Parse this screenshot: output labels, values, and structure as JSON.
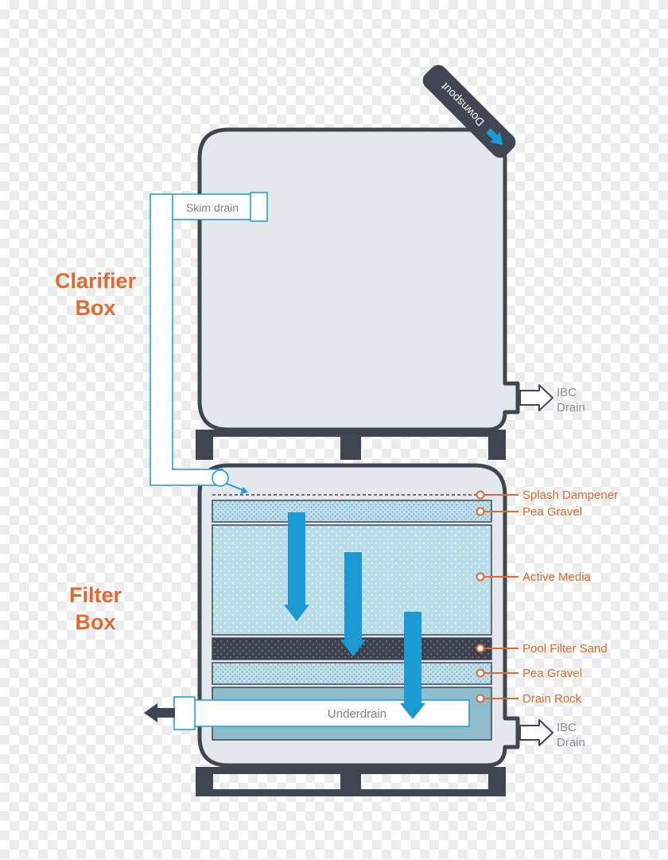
{
  "colors": {
    "outline": "#3f4652",
    "tank_fill": "#e4e7ec",
    "accent_orange": "#e06a2f",
    "flow_blue": "#1b9ad6",
    "gray_label": "#8a8f98"
  },
  "clarifier": {
    "title_line1": "Clarifier",
    "title_line2": "Box",
    "skim_drain_label": "Skim drain",
    "downspout_label": "Downspout",
    "ibc_drain_line1": "IBC",
    "ibc_drain_line2": "Drain"
  },
  "filter": {
    "title_line1": "Filter",
    "title_line2": "Box",
    "underdrain_label": "Underdrain",
    "ibc_drain_line1": "IBC",
    "ibc_drain_line2": "Drain",
    "layers": [
      {
        "label": "Splash Dampener"
      },
      {
        "label": "Pea Gravel"
      },
      {
        "label": "Active Media"
      },
      {
        "label": "Pool Filter Sand"
      },
      {
        "label": "Pea Gravel"
      },
      {
        "label": "Drain Rock"
      }
    ]
  },
  "icons": {
    "downspout_arrow": "arrow-down-left-icon",
    "ibc_drain_arrow": "outline-arrow-right-icon",
    "outlet_arrow": "arrow-left-icon",
    "flow_arrows": "arrow-down-icon",
    "skim_valve": "valve-circle-icon"
  }
}
